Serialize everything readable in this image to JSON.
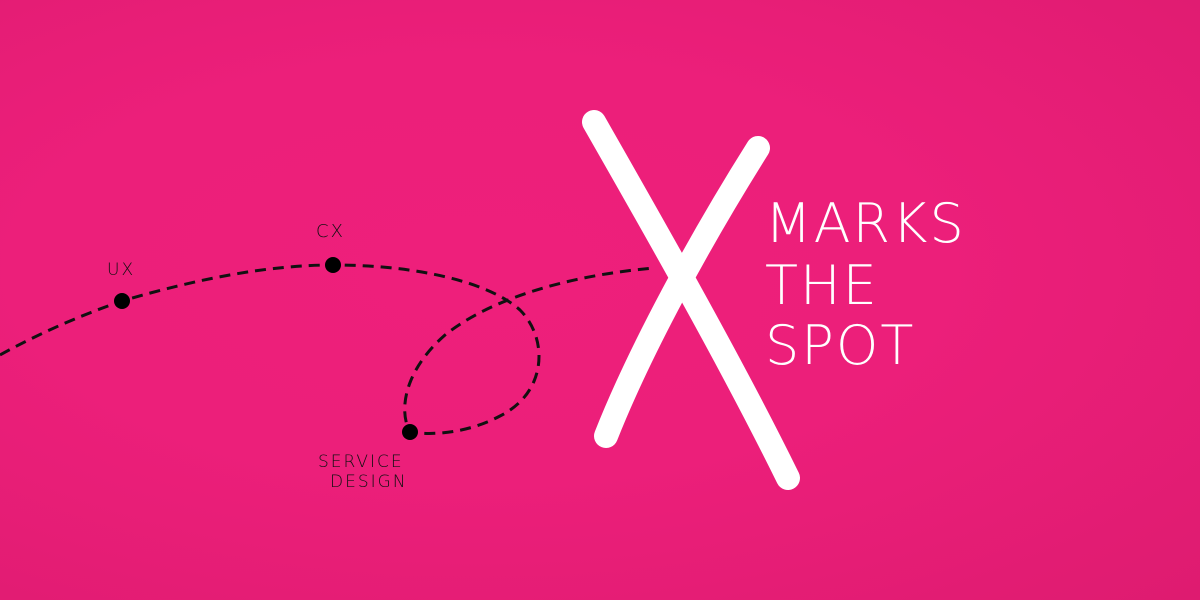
{
  "labels": {
    "ux": "UX",
    "cx": "CX",
    "service_design_line1": "SERVICE",
    "service_design_line2": "DESIGN"
  },
  "headline": {
    "letter": "X",
    "line1": "MARKS",
    "line2": "THE",
    "line3": "SPOT"
  },
  "colors": {
    "background": "#ec1f7a",
    "ink": "#111111",
    "highlight": "#ffffff"
  }
}
